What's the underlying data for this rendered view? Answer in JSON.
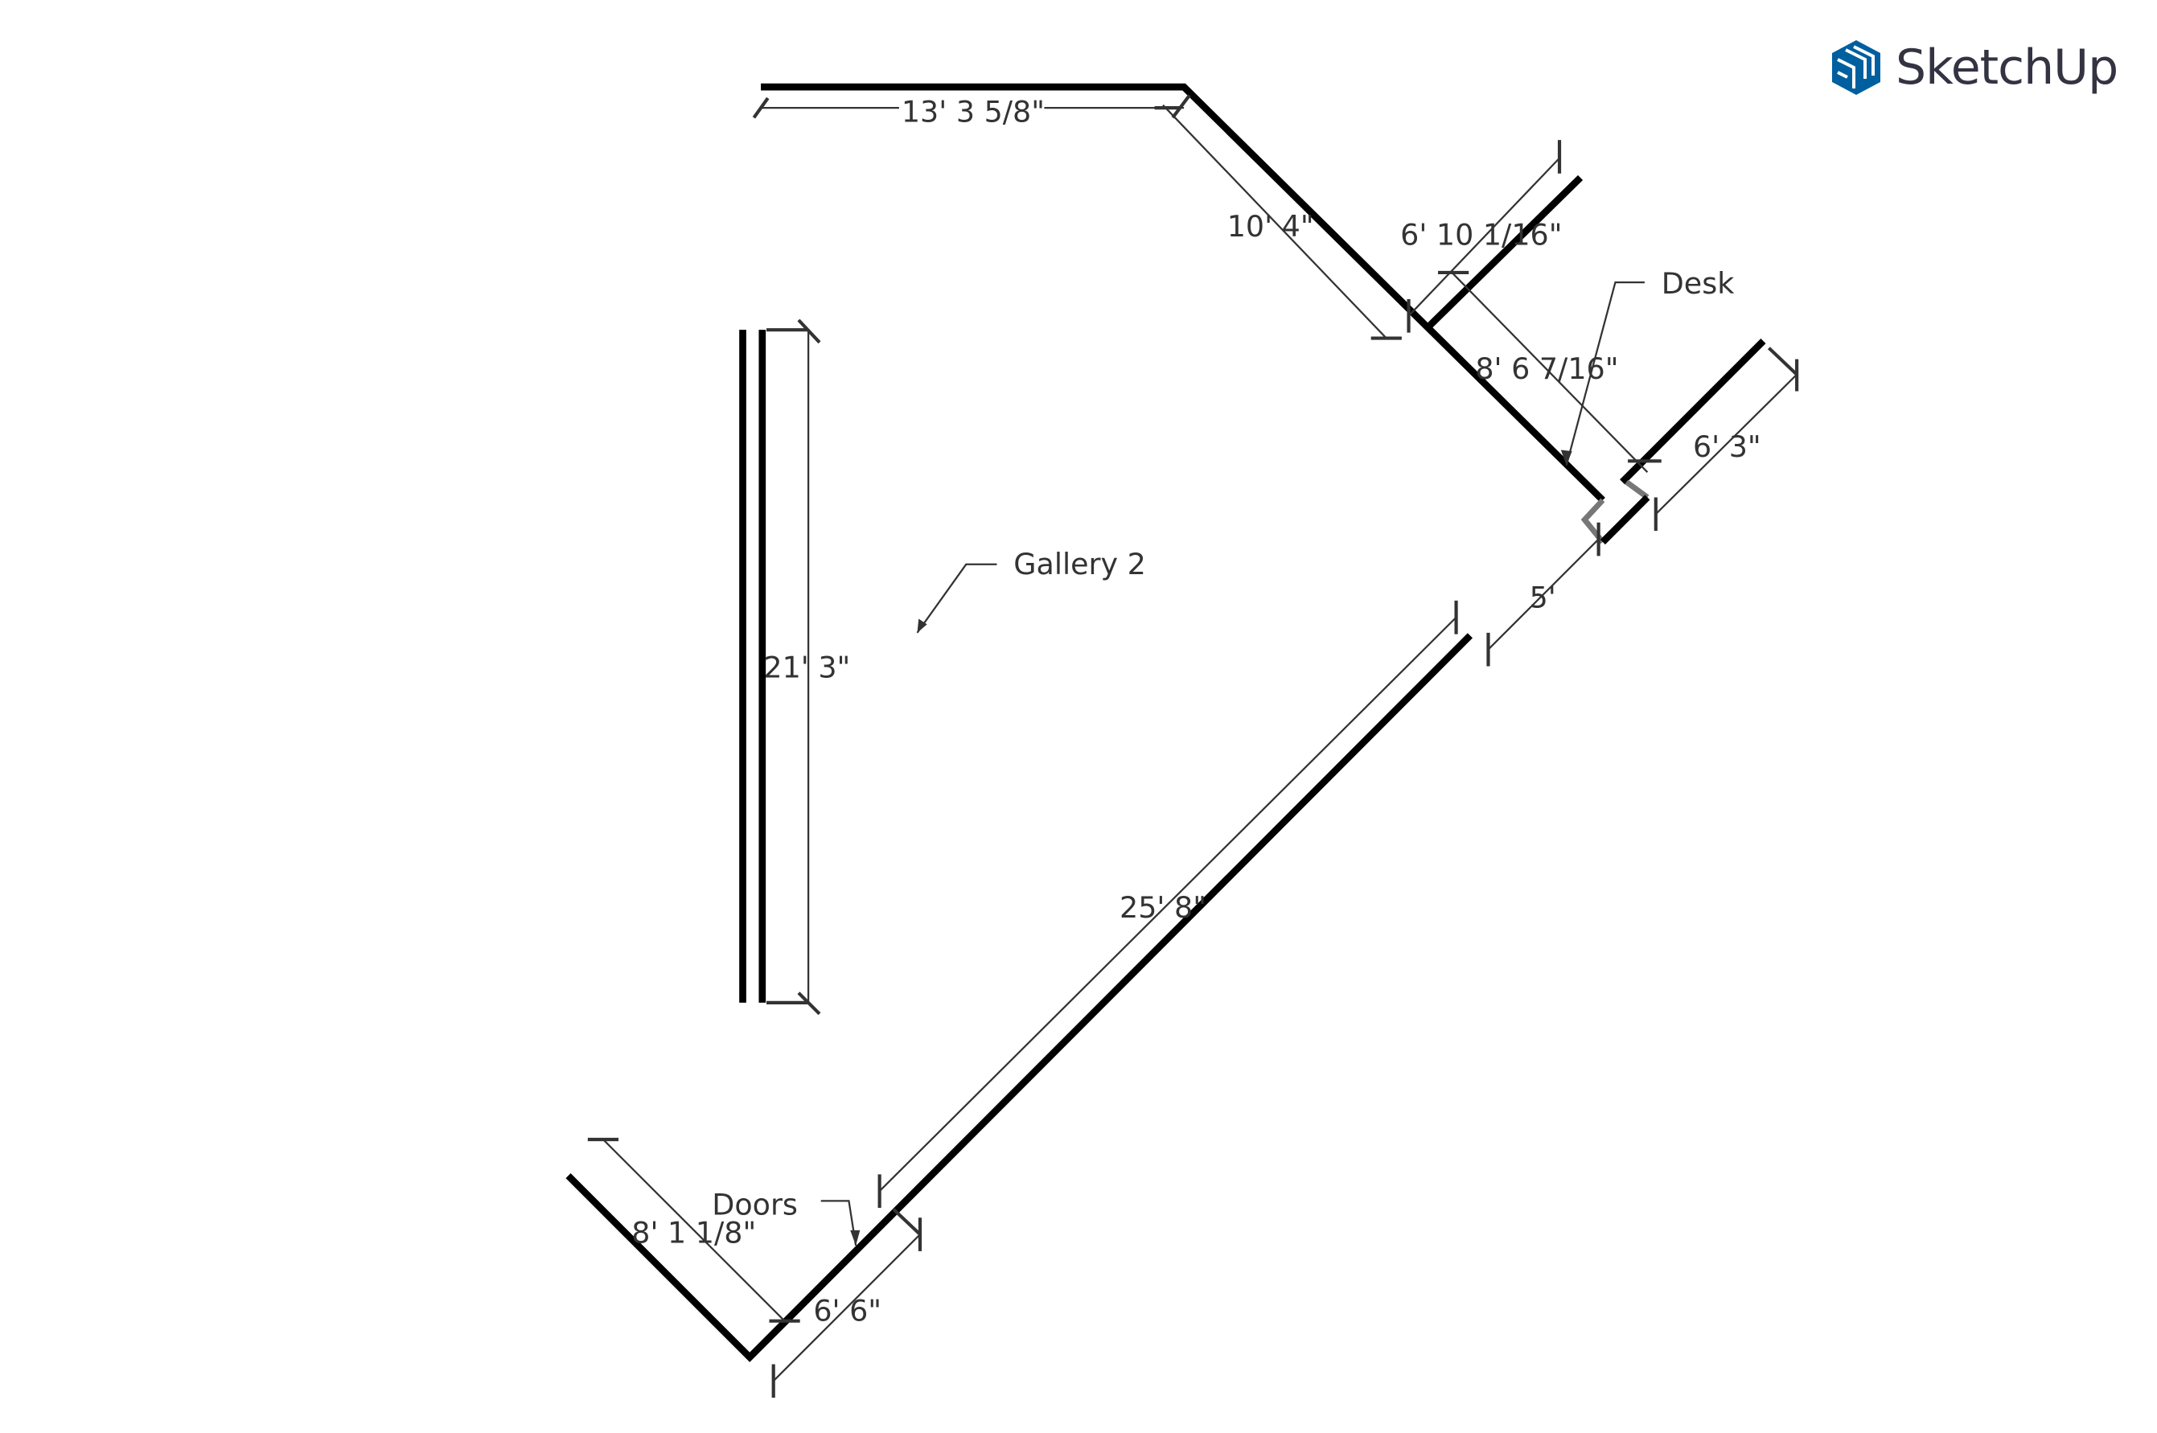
{
  "brand": {
    "name": "SketchUp",
    "color": "#005f9e",
    "text_color": "#333342"
  },
  "dimensions": {
    "top_wall": "13' 3 5/8\"",
    "diag_upper": "10' 4\"",
    "desk_wall": "6' 10 1/16\"",
    "desk_span": "8' 6 7/16\"",
    "right_wall": "6' 3\"",
    "gap": "5'",
    "vertical_wall": "21' 3\"",
    "long_wall": "25' 8\"",
    "door_width": "6' 6\"",
    "left_wall": "8' 1 1/8\""
  },
  "notes": {
    "desk": "Desk",
    "gallery": "Gallery 2",
    "doors": "Doors"
  }
}
